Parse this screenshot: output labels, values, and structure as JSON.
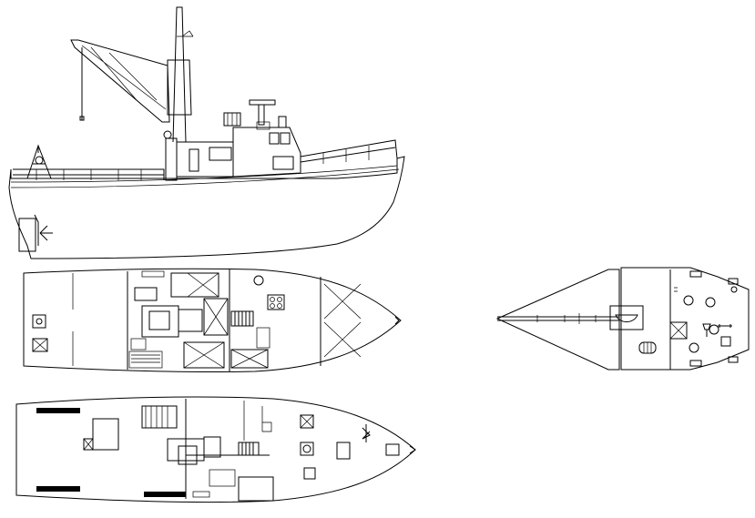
{
  "drawing": {
    "type": "technical ship drawing",
    "views": [
      {
        "id": "side-elevation",
        "icon": "fishing-vessel-profile"
      },
      {
        "id": "upper-deck-plan",
        "icon": "deck-plan"
      },
      {
        "id": "lower-deck-plan",
        "icon": "deck-plan"
      },
      {
        "id": "foredeck-plan",
        "icon": "bow-plan"
      }
    ],
    "line_color": "#000000",
    "background_color": "#ffffff"
  }
}
